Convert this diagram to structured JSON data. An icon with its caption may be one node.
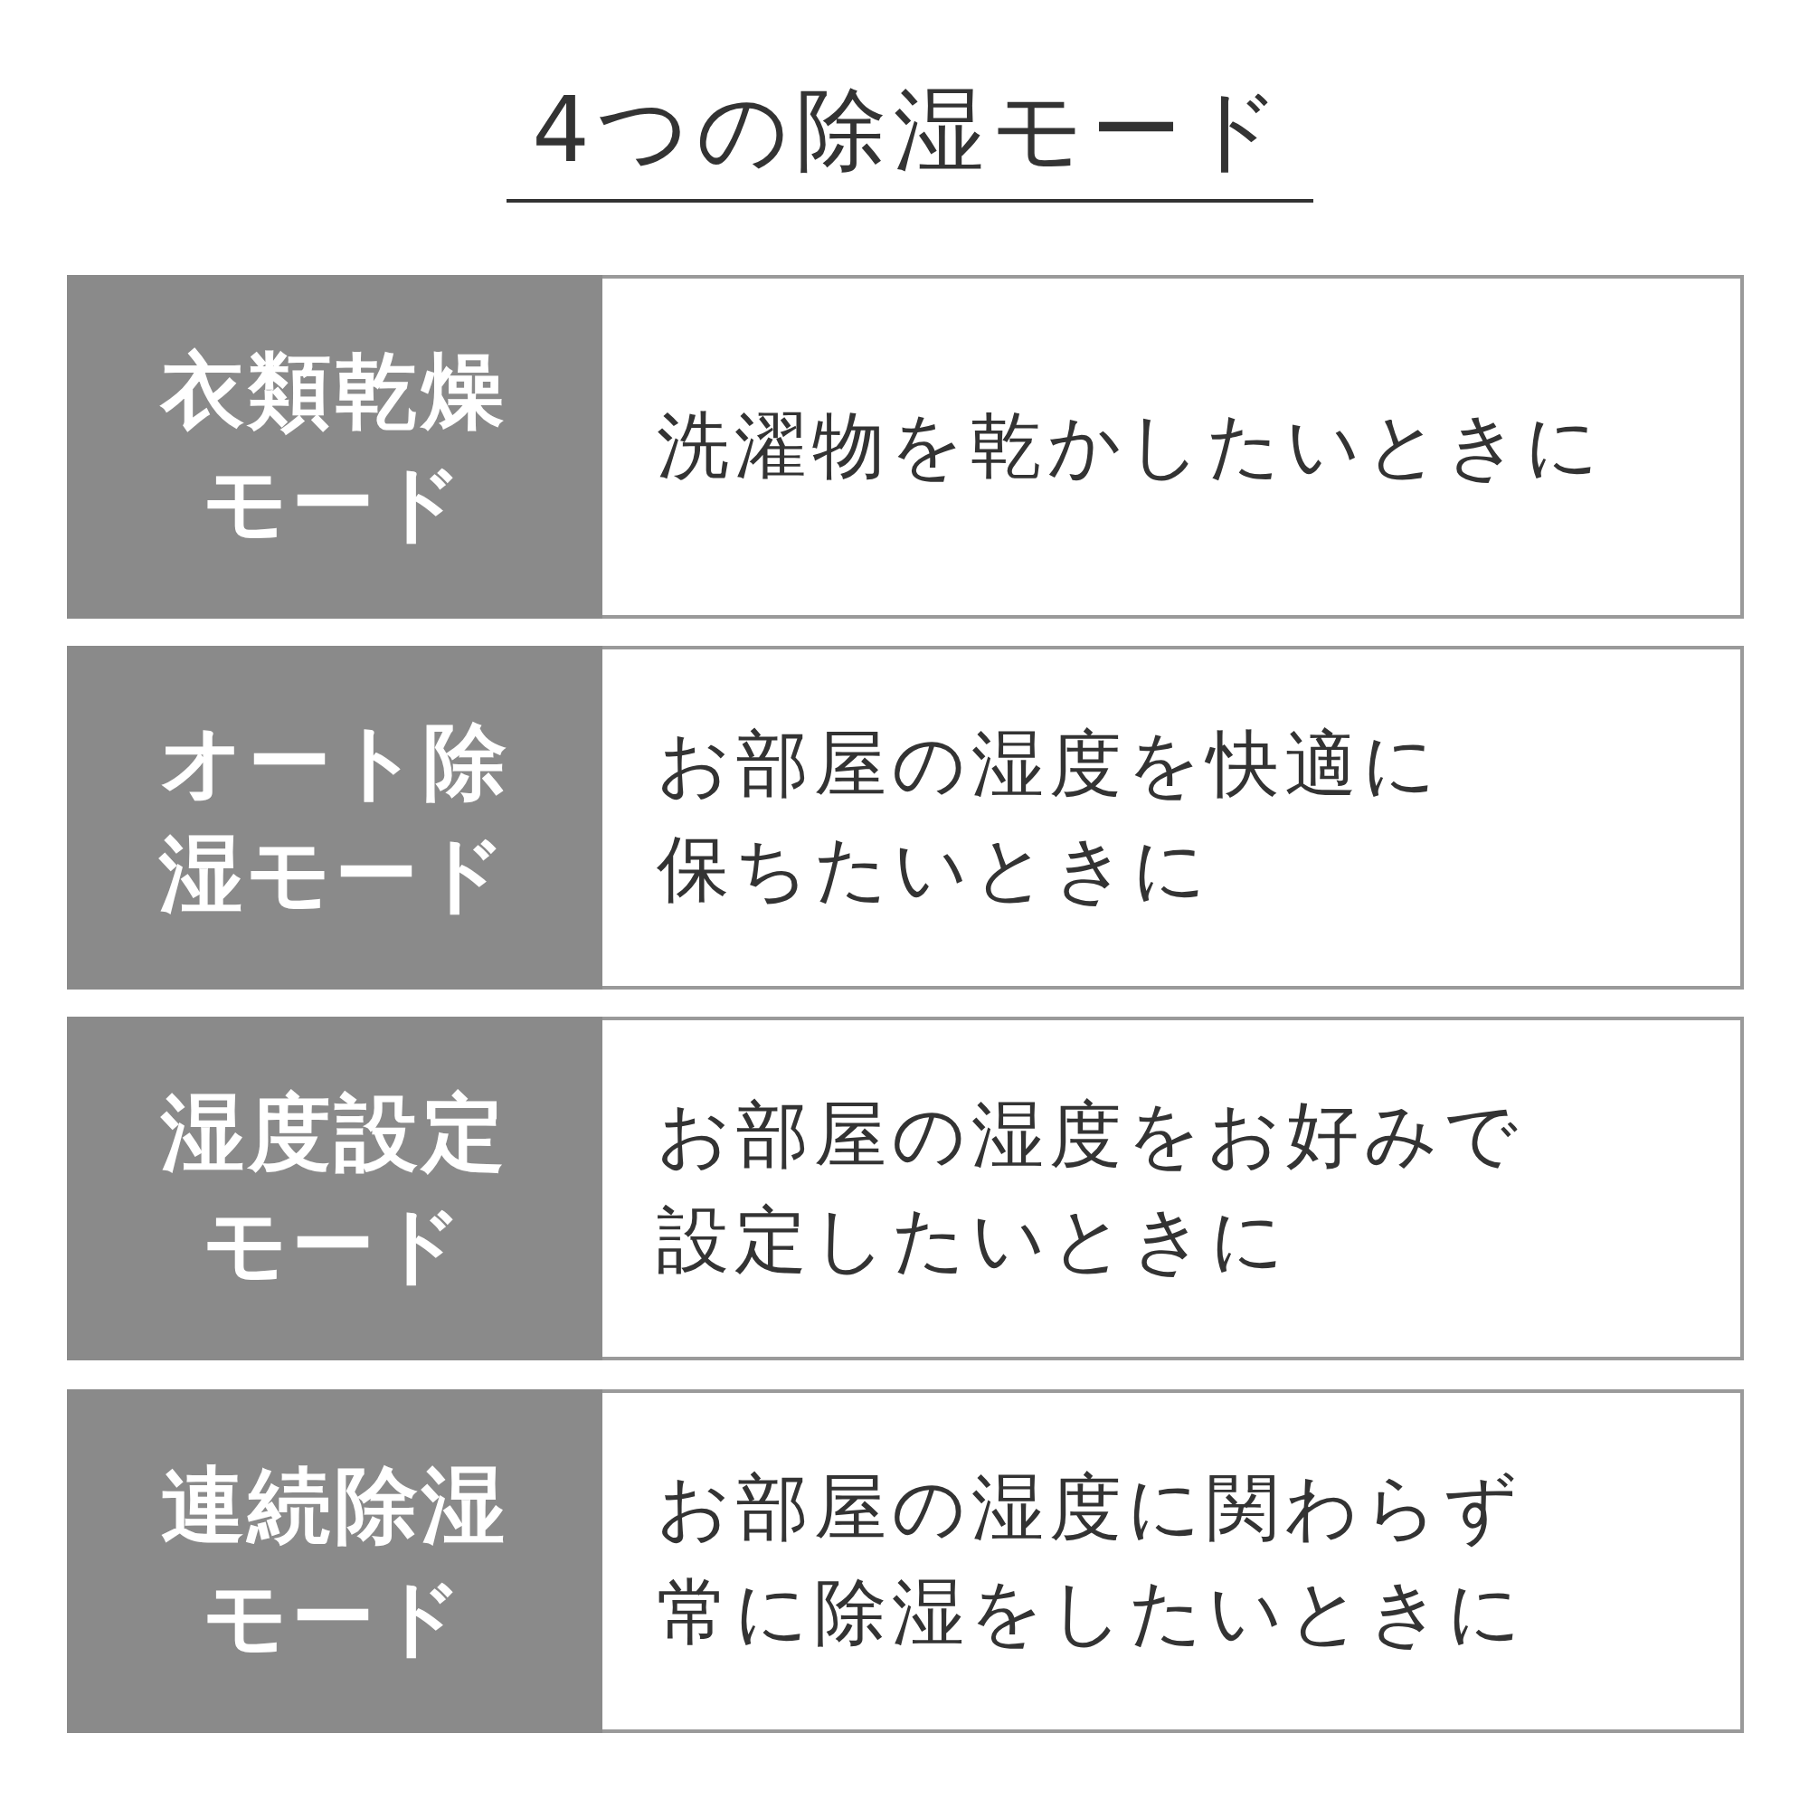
{
  "diagram": {
    "title": "4つの除湿モード",
    "labels": [
      "衣類乾燥モード",
      "洗濯物を乾かしたいときに",
      "オート除湿モード",
      "お部屋の湿度を快適に保ちたいときに",
      "湿度設定モード",
      "お部屋の湿度をお好みで設定したいときに",
      "連続除湿モード",
      "お部屋の湿度に関わらず常に除湿をしたいときに"
    ]
  }
}
